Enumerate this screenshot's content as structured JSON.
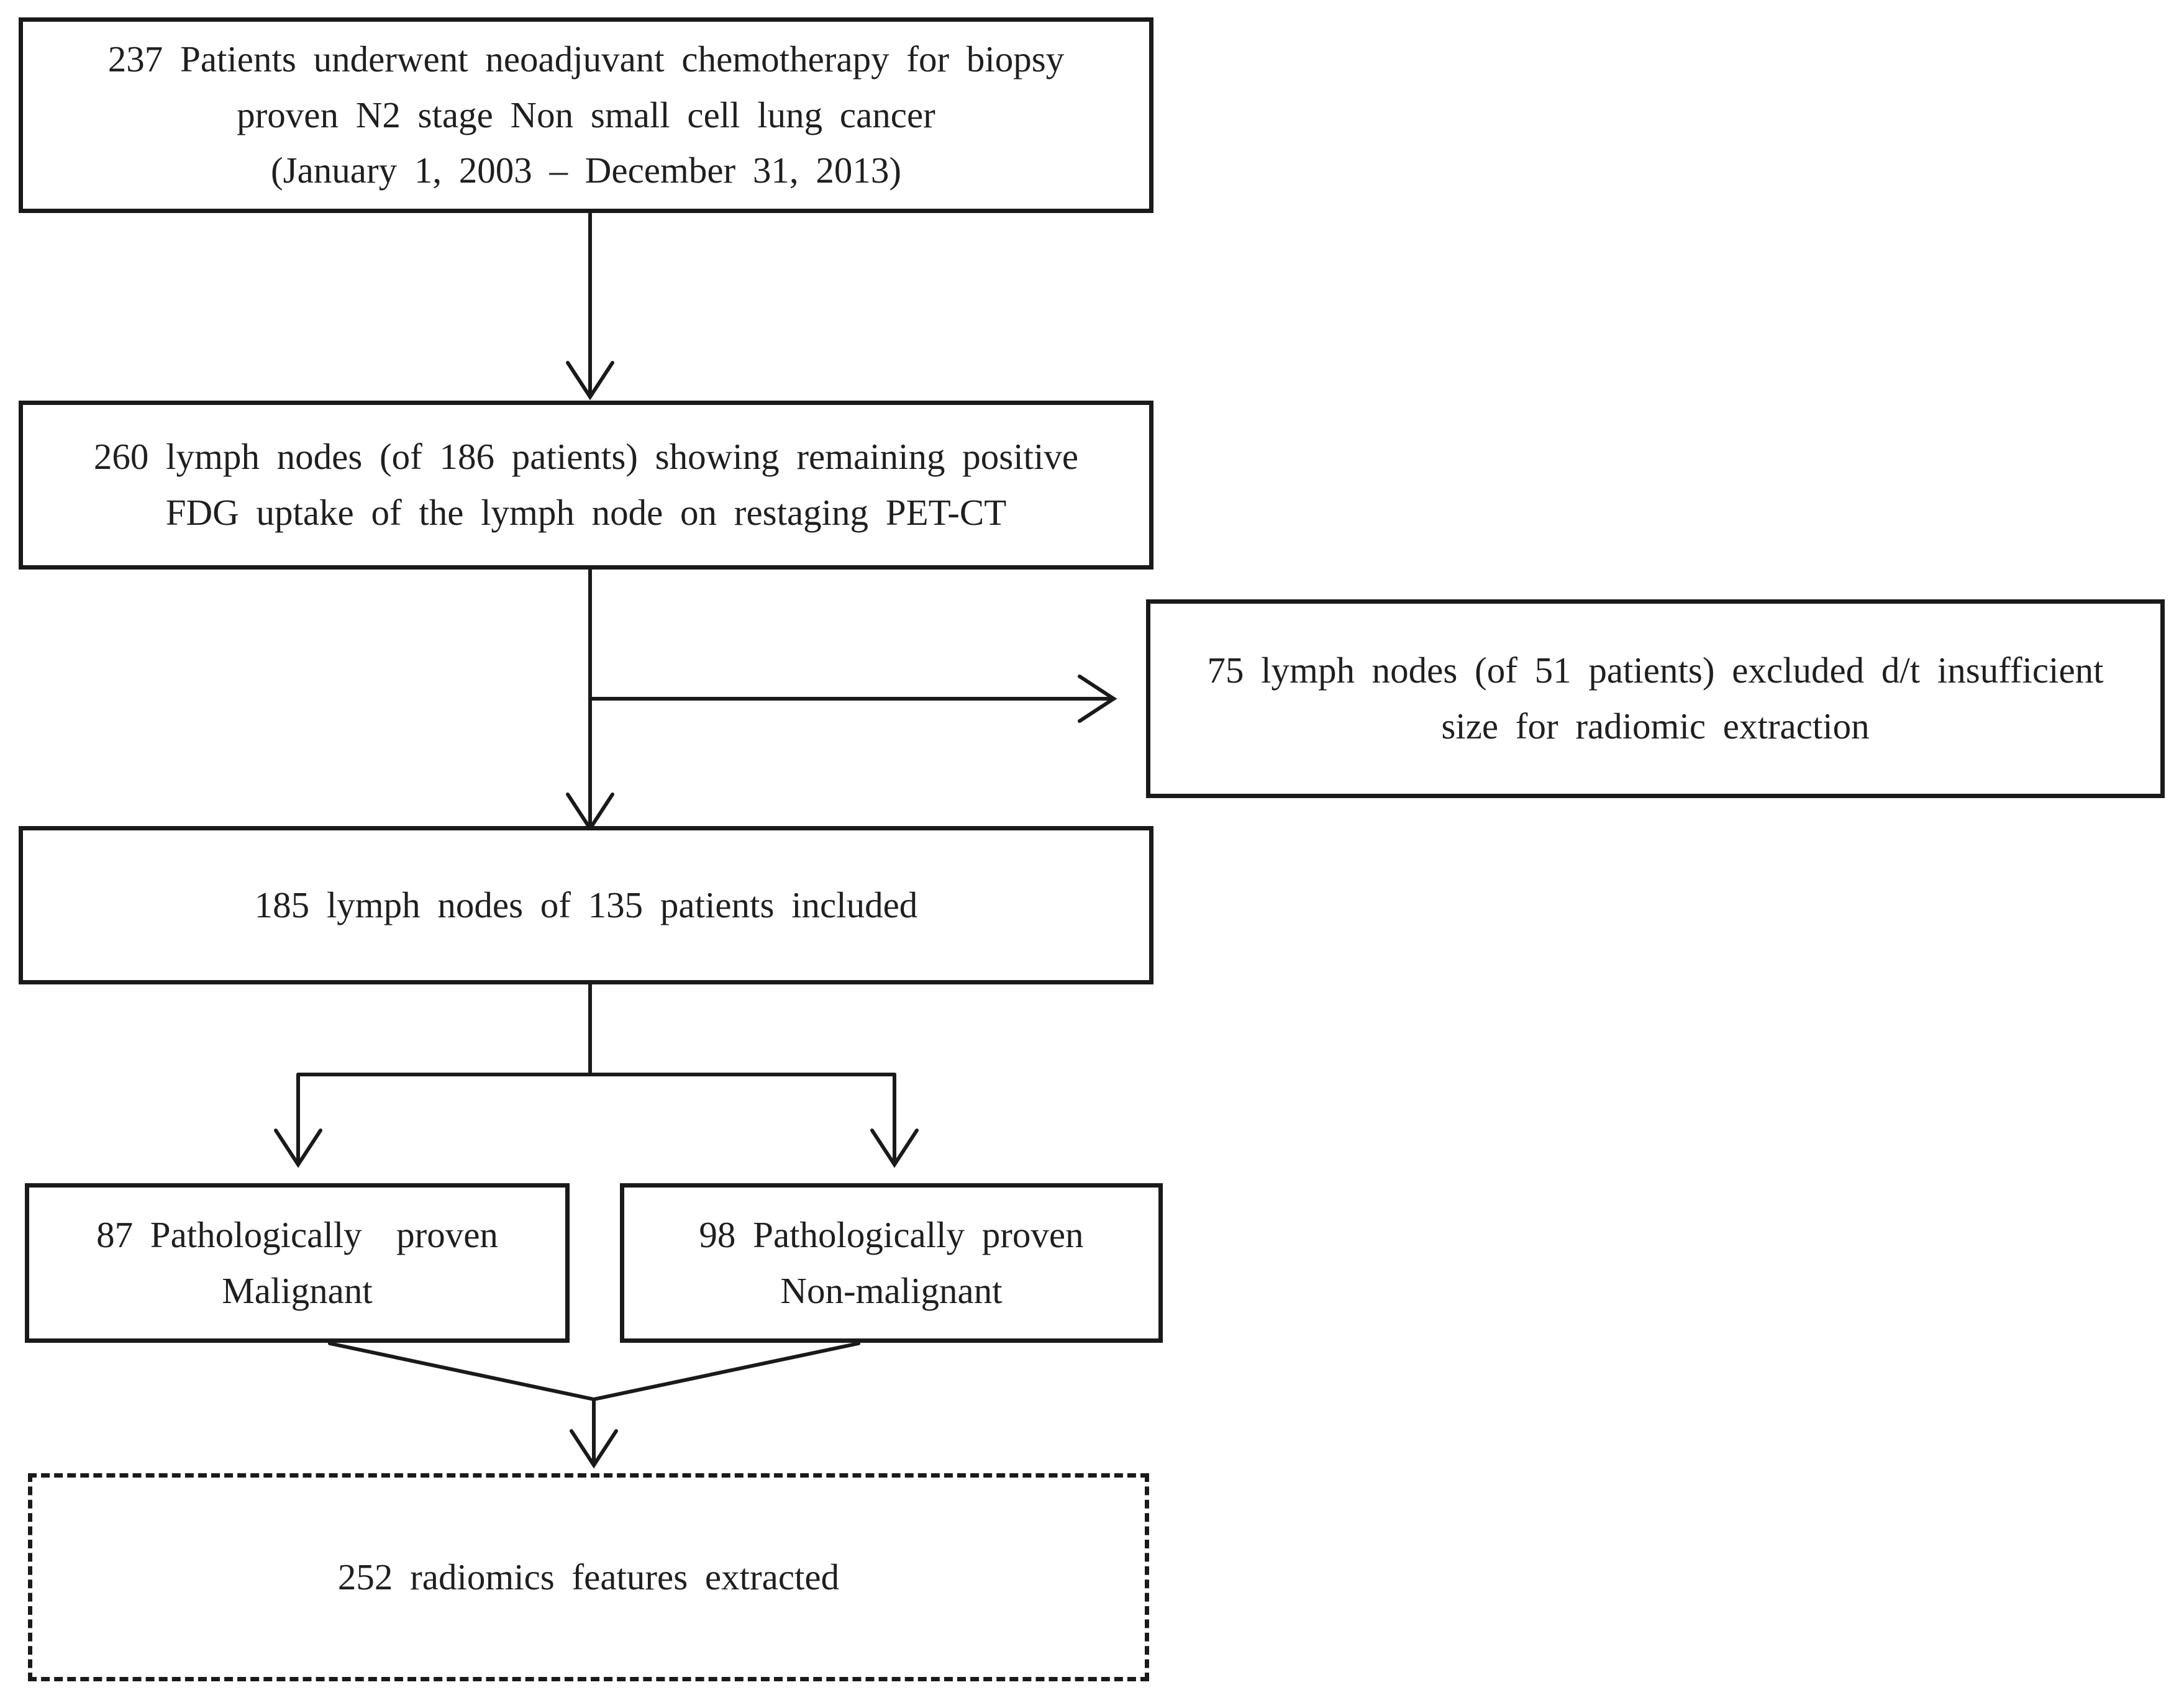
{
  "diagram": {
    "type": "flowchart",
    "background_color": "#ffffff",
    "line_color": "#1a1a1a",
    "text_color": "#1f1f1f",
    "boxes": {
      "initial": {
        "text": "237 Patients underwent neoadjuvant chemotherapy for biopsy\nproven N2 stage Non small cell lung cancer\n(January 1, 2003 – December 31, 2013)",
        "border": "solid"
      },
      "pet": {
        "text": "260 lymph nodes (of 186 patients) showing remaining positive\nFDG uptake of the lymph node on restaging PET-CT",
        "border": "solid"
      },
      "excluded": {
        "text": "75 lymph nodes (of 51 patients) excluded d/t insufficient\nsize for radiomic extraction",
        "border": "solid"
      },
      "included": {
        "text": "185 lymph nodes of 135 patients included",
        "border": "solid"
      },
      "malignant": {
        "text": "87 Pathologically  proven\nMalignant",
        "border": "solid"
      },
      "non_malignant": {
        "text": "98 Pathologically proven\nNon-malignant",
        "border": "solid"
      },
      "radiomics": {
        "text": "252 radiomics features extracted",
        "border": "dashed"
      }
    },
    "connections": [
      "initial -> pet",
      "pet -> included",
      "pet -> excluded (side branch)",
      "included -> malignant",
      "included -> non_malignant",
      "malignant + non_malignant -> radiomics"
    ]
  }
}
